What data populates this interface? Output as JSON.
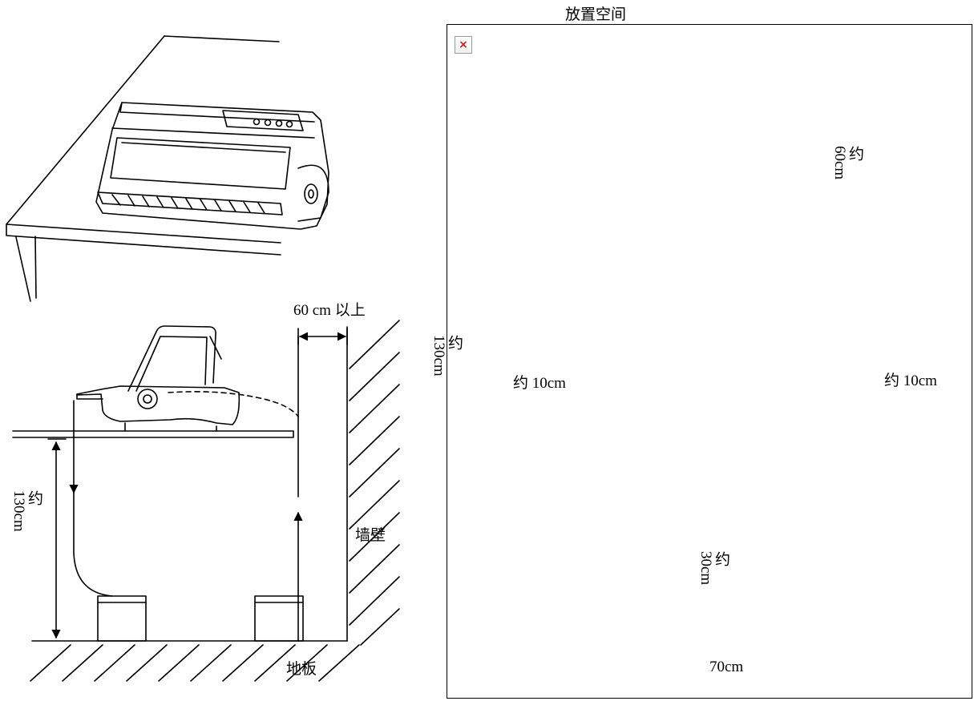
{
  "labels": {
    "clearance_top": "60 cm 以上",
    "height_left": "约\n130cm",
    "wall": "墙壁",
    "floor": "地板"
  },
  "space": {
    "title": "放置空间",
    "broken_image_icon": "×",
    "back": "约\n60cm",
    "height_overlap": "约\n130cm",
    "left": "约 10cm",
    "right": "约 10cm",
    "front": "约\n30cm",
    "width": "70cm"
  },
  "icons": {
    "broken_image": "broken-image-icon"
  },
  "colors": {
    "line": "#000000",
    "box_border": "#000000",
    "broken_x": "#d8161a"
  }
}
